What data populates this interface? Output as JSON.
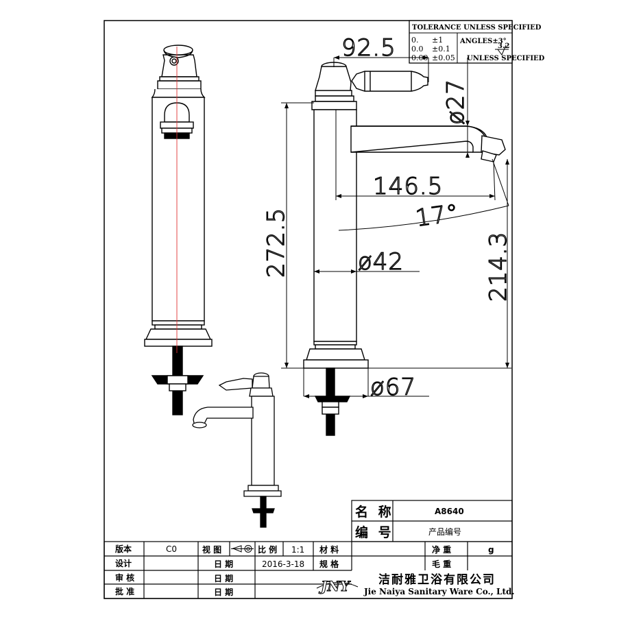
{
  "tolerance": {
    "title": "TOLERANCE UNLESS SPECIFIED",
    "rows": [
      {
        "fmt": "0.",
        "val": "±1"
      },
      {
        "fmt": "0.0",
        "val": "±0.1"
      },
      {
        "fmt": "0.00",
        "val": "±0.05"
      }
    ],
    "angles": "ANGLES±3°",
    "roughness": "3.2",
    "unless": "UNLESS SPECIFIED"
  },
  "dimensions": {
    "handle_reach": "92.5",
    "outlet_dia": "ø27",
    "spout_reach": "146.5",
    "angle": "17°",
    "total_height": "272.5",
    "body_dia": "ø42",
    "outlet_height": "214.3",
    "base_dia": "ø67"
  },
  "title_block": {
    "name_label": "名 称",
    "name_value": "A8640",
    "code_label": "编 号",
    "code_value": "产品编号",
    "version_label": "版本",
    "version_value": "C0",
    "view_label": "视 图",
    "scale_label": "比 例",
    "scale_value": "1:1",
    "material_label": "材 料",
    "net_weight_label": "净 重",
    "net_weight_unit": "g",
    "design_label": "设计",
    "date_label": "日 期",
    "date_value": "2016-3-18",
    "spec_label": "规 格",
    "gross_weight_label": "毛 重",
    "review_label": "审 核",
    "approve_label": "批 准",
    "logo_text": "JNY",
    "company_cn": "洁耐雅卫浴有限公司",
    "company_en": "Jie Naiya Sanitary Ware Co., Ltd."
  }
}
